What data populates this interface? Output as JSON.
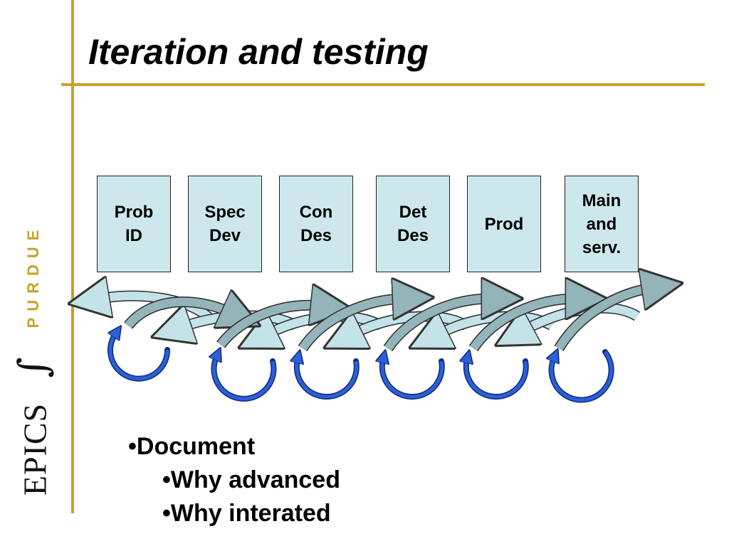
{
  "slide": {
    "title": "Iteration and testing",
    "logo": {
      "brand": "PURDUE",
      "symbol": "∫",
      "name": "EPICS"
    }
  },
  "diagram": {
    "stages": [
      {
        "label": "Prob\nID"
      },
      {
        "label": "Spec\nDev"
      },
      {
        "label": "Con\nDes"
      },
      {
        "label": "Det\nDes"
      },
      {
        "label": "Prod"
      },
      {
        "label": "Main\nand\nserv."
      }
    ]
  },
  "bullets": [
    {
      "text": "•Document",
      "level": 1
    },
    {
      "text": "•Why advanced",
      "level": 2
    },
    {
      "text": "•Why interated",
      "level": 2
    }
  ],
  "colors": {
    "accent_gold": "#c9a227",
    "stage_fill": "#cde8ec",
    "forward_arrow": "#93b4b8",
    "backward_arrow": "#c3e3e8",
    "self_loop_arrow": "#2d5fd6"
  }
}
